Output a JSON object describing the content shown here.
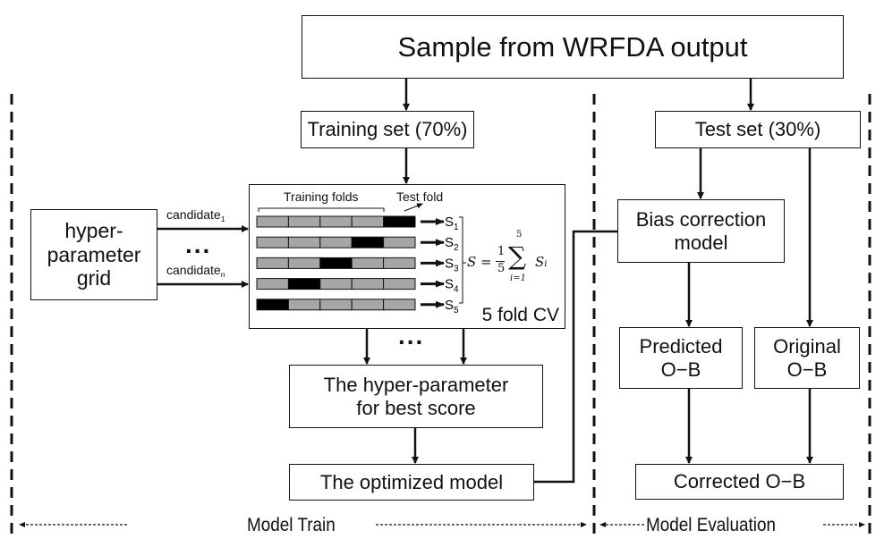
{
  "diagram": {
    "source_box": "Sample from WRFDA output",
    "training_set": "Training set (70%)",
    "test_set": "Test set (30%)",
    "hyperparameter_grid": [
      "hyper-",
      "parameter",
      "grid"
    ],
    "candidate_first": "candidate",
    "candidate_first_sub": "1",
    "candidate_last": "candidate",
    "candidate_last_sub": "n",
    "ellipsis": "...",
    "cv": {
      "training_folds_label": "Training folds",
      "test_fold_label": "Test fold",
      "title": "5 fold CV",
      "num_folds": 5,
      "test_fold_positions": [
        5,
        4,
        3,
        2,
        1
      ],
      "scores": [
        {
          "symbol": "S",
          "sub": "1"
        },
        {
          "symbol": "S",
          "sub": "2"
        },
        {
          "symbol": "S",
          "sub": "3"
        },
        {
          "symbol": "S",
          "sub": "4"
        },
        {
          "symbol": "S",
          "sub": "5"
        }
      ],
      "formula": {
        "lhs": "S =",
        "frac_num": "1",
        "frac_den": "5",
        "sum_upper": "5",
        "sum_lower": "i=1",
        "sum_symbol": "∑",
        "term": "S",
        "term_sub": "i"
      },
      "colors": {
        "train_fold": "#a6a6a6",
        "test_fold": "#000000"
      }
    },
    "best_hyperparameter": [
      "The hyper-parameter",
      "for best score"
    ],
    "optimized_model": "The optimized model",
    "bias_model": [
      "Bias correction",
      "model"
    ],
    "predicted": [
      "Predicted",
      "O−B"
    ],
    "original": [
      "Original",
      "O−B"
    ],
    "corrected": "Corrected O−B",
    "section_train": "Model Train",
    "section_eval": "Model Evaluation"
  }
}
